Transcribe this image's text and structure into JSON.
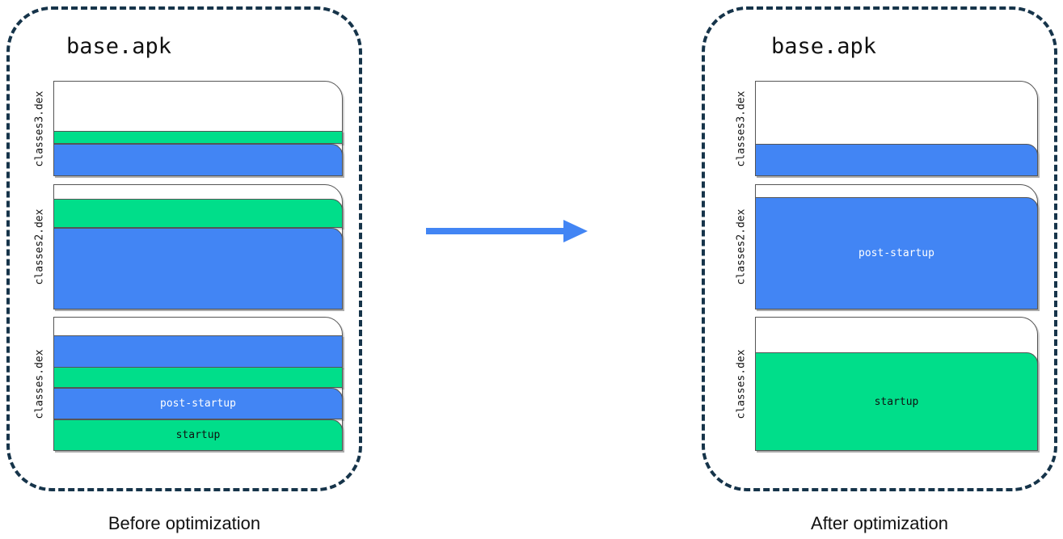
{
  "diagram": {
    "arrow": {
      "icon": "right-arrow-icon",
      "color": "#4285f4"
    },
    "colors": {
      "startup": "#00de8a",
      "post_startup": "#4285f4",
      "container_border": "#555555",
      "panel_border": "#16344a"
    }
  },
  "panels": [
    {
      "id": "before",
      "title": "base.apk",
      "caption": "Before optimization",
      "dex_files": [
        {
          "label": "classes3.dex",
          "segments": [
            {
              "kind": "green",
              "text": ""
            },
            {
              "kind": "blue",
              "text": ""
            }
          ]
        },
        {
          "label": "classes2.dex",
          "segments": [
            {
              "kind": "green",
              "text": ""
            },
            {
              "kind": "blue",
              "text": ""
            }
          ]
        },
        {
          "label": "classes.dex",
          "segments": [
            {
              "kind": "blue",
              "text": ""
            },
            {
              "kind": "green",
              "text": ""
            },
            {
              "kind": "blue",
              "text": "post-startup"
            },
            {
              "kind": "green",
              "text": "startup"
            }
          ]
        }
      ]
    },
    {
      "id": "after",
      "title": "base.apk",
      "caption": "After optimization",
      "dex_files": [
        {
          "label": "classes3.dex",
          "segments": [
            {
              "kind": "blue",
              "text": ""
            }
          ]
        },
        {
          "label": "classes2.dex",
          "segments": [
            {
              "kind": "blue",
              "text": "post-startup"
            }
          ]
        },
        {
          "label": "classes.dex",
          "segments": [
            {
              "kind": "green",
              "text": "startup"
            }
          ]
        }
      ]
    }
  ]
}
